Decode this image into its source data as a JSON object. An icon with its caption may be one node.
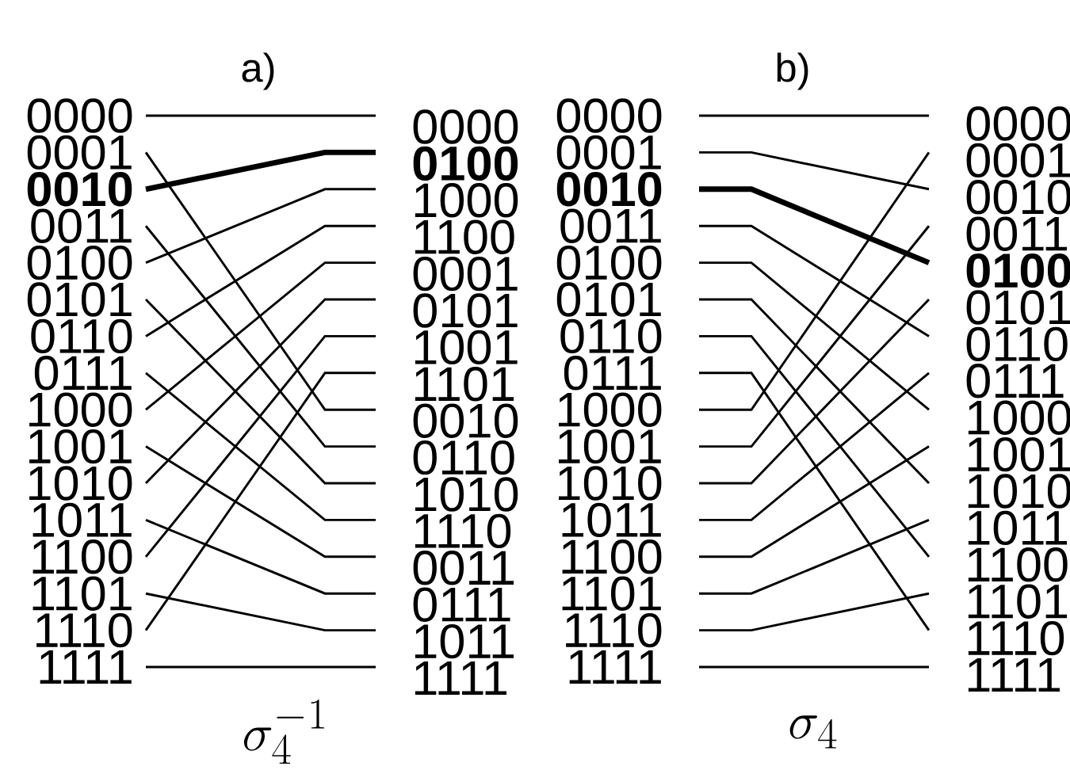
{
  "diagram": {
    "nodes": [
      {
        "text": [
          "0000"
        ]
      },
      {
        "text": [
          "0001"
        ]
      },
      {
        "text": [
          "0010"
        ]
      },
      {
        "text": [
          "0011"
        ]
      },
      {
        "text": [
          "0100"
        ]
      },
      {
        "text": [
          "0101"
        ]
      },
      {
        "text": [
          "0110"
        ]
      },
      {
        "text": [
          "0111"
        ]
      },
      {
        "text": [
          "1000"
        ]
      },
      {
        "text": [
          "1001"
        ]
      },
      {
        "text": [
          "1010"
        ]
      },
      {
        "text": [
          "1011"
        ]
      },
      {
        "text": [
          "1100"
        ]
      },
      {
        "text": [
          "1101"
        ]
      },
      {
        "text": [
          "1110"
        ]
      },
      {
        "text": [
          "1111"
        ]
      },
      {
        "text": [
          "0000"
        ]
      },
      {
        "text": [
          "0100"
        ]
      },
      {
        "text": [
          "1000"
        ]
      },
      {
        "text": [
          "1100"
        ]
      },
      {
        "text": [
          "0001"
        ]
      },
      {
        "text": [
          "0101"
        ]
      },
      {
        "text": [
          "1001"
        ]
      },
      {
        "text": [
          "1101"
        ]
      },
      {
        "text": [
          "0010"
        ]
      },
      {
        "text": [
          "0110"
        ]
      },
      {
        "text": [
          "1010"
        ]
      },
      {
        "text": [
          "1110"
        ]
      },
      {
        "text": [
          "0011"
        ]
      },
      {
        "text": [
          "0111"
        ]
      },
      {
        "text": [
          "1011"
        ]
      },
      {
        "text": [
          "1111"
        ]
      },
      {
        "text": [
          "0000"
        ]
      },
      {
        "text": [
          "0001"
        ]
      },
      {
        "text": [
          "0010"
        ]
      },
      {
        "text": [
          "0011"
        ]
      },
      {
        "text": [
          "0100"
        ]
      },
      {
        "text": [
          "0101"
        ]
      },
      {
        "text": [
          "0110"
        ]
      },
      {
        "text": [
          "0111"
        ]
      },
      {
        "text": [
          "1000"
        ]
      },
      {
        "text": [
          "1001"
        ]
      },
      {
        "text": [
          "1010"
        ]
      },
      {
        "text": [
          "1011"
        ]
      },
      {
        "text": [
          "1100"
        ]
      },
      {
        "text": [
          "1101"
        ]
      },
      {
        "text": [
          "1110"
        ]
      },
      {
        "text": [
          "1111"
        ]
      },
      {
        "text": [
          "0000"
        ]
      },
      {
        "text": [
          "0001"
        ]
      },
      {
        "text": [
          "0010"
        ]
      },
      {
        "text": [
          "0011"
        ]
      },
      {
        "text": [
          "0100"
        ]
      },
      {
        "text": [
          "0101"
        ]
      },
      {
        "text": [
          "0110"
        ]
      },
      {
        "text": [
          "0111"
        ]
      },
      {
        "text": [
          "1000"
        ]
      },
      {
        "text": [
          "1001"
        ]
      },
      {
        "text": [
          "1010"
        ]
      },
      {
        "text": [
          "1011"
        ]
      },
      {
        "text": [
          "1100"
        ]
      },
      {
        "text": [
          "1101"
        ]
      },
      {
        "text": [
          "1110"
        ]
      },
      {
        "text": [
          "1111"
        ]
      }
    ],
    "edges": [
      {
        "from": 0,
        "to": 16,
        "arrow": "none"
      },
      {
        "from": 1,
        "to": 24,
        "arrow": "none"
      },
      {
        "from": 2,
        "to": 17,
        "arrow": "none",
        "style": "thick"
      },
      {
        "from": 3,
        "to": 25,
        "arrow": "none"
      },
      {
        "from": 4,
        "to": 18,
        "arrow": "none"
      },
      {
        "from": 5,
        "to": 26,
        "arrow": "none"
      },
      {
        "from": 6,
        "to": 19,
        "arrow": "none"
      },
      {
        "from": 7,
        "to": 27,
        "arrow": "none"
      },
      {
        "from": 8,
        "to": 20,
        "arrow": "none"
      },
      {
        "from": 9,
        "to": 28,
        "arrow": "none"
      },
      {
        "from": 10,
        "to": 21,
        "arrow": "none"
      },
      {
        "from": 11,
        "to": 29,
        "arrow": "none"
      },
      {
        "from": 12,
        "to": 22,
        "arrow": "none"
      },
      {
        "from": 13,
        "to": 30,
        "arrow": "none"
      },
      {
        "from": 14,
        "to": 23,
        "arrow": "none"
      },
      {
        "from": 15,
        "to": 31,
        "arrow": "none"
      },
      {
        "from": 32,
        "to": 48,
        "arrow": "none"
      },
      {
        "from": 33,
        "to": 50,
        "arrow": "none"
      },
      {
        "from": 34,
        "to": 52,
        "arrow": "none",
        "style": "thick"
      },
      {
        "from": 35,
        "to": 54,
        "arrow": "none"
      },
      {
        "from": 36,
        "to": 56,
        "arrow": "none"
      },
      {
        "from": 37,
        "to": 58,
        "arrow": "none"
      },
      {
        "from": 38,
        "to": 60,
        "arrow": "none"
      },
      {
        "from": 39,
        "to": 62,
        "arrow": "none"
      },
      {
        "from": 40,
        "to": 49,
        "arrow": "none"
      },
      {
        "from": 41,
        "to": 51,
        "arrow": "none"
      },
      {
        "from": 42,
        "to": 53,
        "arrow": "none"
      },
      {
        "from": 43,
        "to": 55,
        "arrow": "none"
      },
      {
        "from": 44,
        "to": 57,
        "arrow": "none"
      },
      {
        "from": 45,
        "to": 59,
        "arrow": "none"
      },
      {
        "from": 46,
        "to": 61,
        "arrow": "none"
      },
      {
        "from": 47,
        "to": 63,
        "arrow": "none"
      }
    ],
    "labels": [
      "a)",
      "b)",
      "\\sigma_4^{-1}",
      "\\sigma_4"
    ]
  }
}
